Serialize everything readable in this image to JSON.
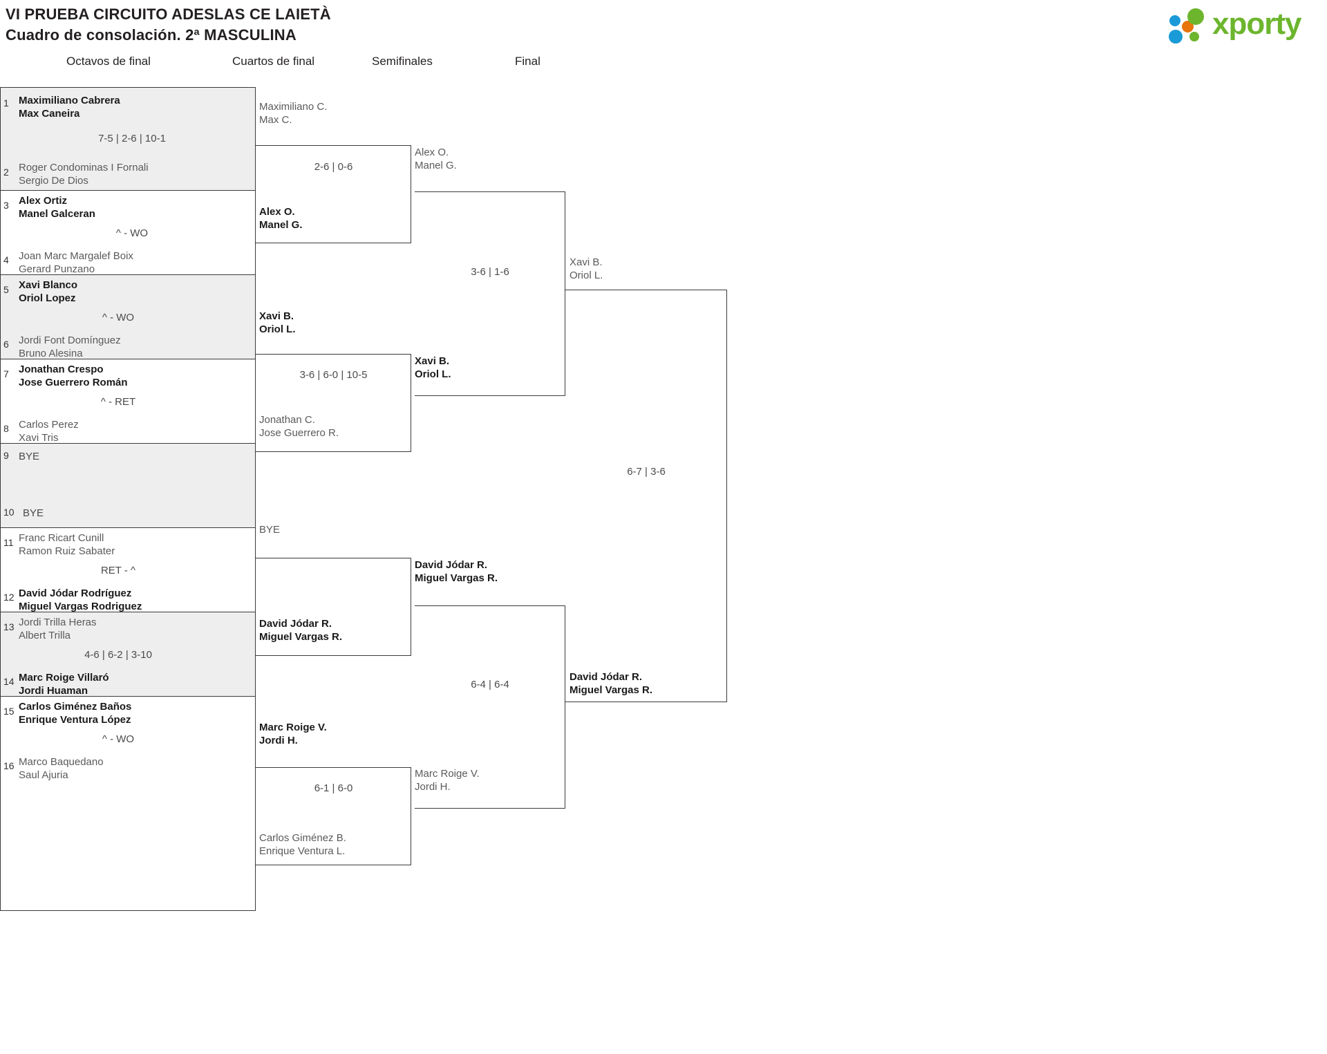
{
  "header": {
    "title_line1": "VI PRUEBA CIRCUITO ADESLAS CE LAIETÀ",
    "title_line2": "Cuadro de consolación. 2ª MASCULINA",
    "logo_text": "xporty",
    "logo_colors": {
      "green": "#6cb52d",
      "blue": "#1a9bd7",
      "orange": "#e8740c"
    }
  },
  "rounds": [
    {
      "id": "r16",
      "label": "Octavos de final"
    },
    {
      "id": "qf",
      "label": "Cuartos de final"
    },
    {
      "id": "sf",
      "label": "Semifinales"
    },
    {
      "id": "f",
      "label": "Final"
    }
  ],
  "r16": {
    "entries": [
      {
        "seed": "1",
        "p1": "Maximiliano Cabrera",
        "p2": "Max Caneira",
        "result": "win"
      },
      {
        "seed": "2",
        "p1": "Roger Condominas I Fornali",
        "p2": "Sergio De Dios",
        "result": "lose"
      },
      {
        "seed": "3",
        "p1": "Alex Ortiz",
        "p2": "Manel Galceran",
        "result": "win"
      },
      {
        "seed": "4",
        "p1": "Joan Marc Margalef Boix",
        "p2": "Gerard Punzano",
        "result": "lose"
      },
      {
        "seed": "5",
        "p1": "Xavi Blanco",
        "p2": "Oriol Lopez",
        "result": "win"
      },
      {
        "seed": "6",
        "p1": "Jordi Font Domínguez",
        "p2": "Bruno Alesina",
        "result": "lose"
      },
      {
        "seed": "7",
        "p1": "Jonathan Crespo",
        "p2": "Jose Guerrero Román",
        "result": "win"
      },
      {
        "seed": "8",
        "p1": "Carlos Perez",
        "p2": "Xavi Tris",
        "result": "lose"
      },
      {
        "seed": "9",
        "p1": "BYE",
        "p2": "",
        "result": "bye"
      },
      {
        "seed": "10",
        "p1": "BYE",
        "p2": "",
        "result": "bye"
      },
      {
        "seed": "11",
        "p1": "Franc Ricart Cunill",
        "p2": "Ramon Ruiz Sabater",
        "result": "lose"
      },
      {
        "seed": "12",
        "p1": "David Jódar Rodríguez",
        "p2": "Miguel Vargas Rodriguez",
        "result": "win"
      },
      {
        "seed": "13",
        "p1": "Jordi Trilla Heras",
        "p2": "Albert Trilla",
        "result": "lose"
      },
      {
        "seed": "14",
        "p1": "Marc Roige Villaró",
        "p2": "Jordi Huaman",
        "result": "win"
      },
      {
        "seed": "15",
        "p1": "Carlos Giménez Baños",
        "p2": "Enrique Ventura López",
        "result": "win"
      },
      {
        "seed": "16",
        "p1": "Marco Baquedano",
        "p2": "Saul Ajuria",
        "result": "lose"
      }
    ],
    "scores": [
      "7-5 | 2-6 | 10-1",
      "^ - WO",
      "^ - WO",
      "^ - RET",
      "",
      "RET - ^",
      "4-6 | 6-2 | 3-10",
      "^ - WO"
    ]
  },
  "qf": {
    "entries": [
      {
        "p1": "Maximiliano C.",
        "p2": "Max C.",
        "result": "lose"
      },
      {
        "p1": "Alex O.",
        "p2": "Manel G.",
        "result": "win"
      },
      {
        "p1": "Xavi B.",
        "p2": "Oriol L.",
        "result": "win"
      },
      {
        "p1": "Jonathan C.",
        "p2": "Jose Guerrero R.",
        "result": "lose"
      },
      {
        "p1": "BYE",
        "p2": "",
        "result": "bye"
      },
      {
        "p1": "David Jódar R.",
        "p2": "Miguel Vargas R.",
        "result": "win"
      },
      {
        "p1": "Marc Roige V.",
        "p2": "Jordi H.",
        "result": "win"
      },
      {
        "p1": "Carlos Giménez B.",
        "p2": "Enrique Ventura L.",
        "result": "lose"
      }
    ],
    "scores": [
      "2-6 | 0-6",
      "3-6 | 6-0 | 10-5",
      "",
      "6-1 | 6-0"
    ]
  },
  "sf": {
    "entries": [
      {
        "p1": "Alex O.",
        "p2": "Manel G.",
        "result": "lose"
      },
      {
        "p1": "Xavi B.",
        "p2": "Oriol L.",
        "result": "win"
      },
      {
        "p1": "David Jódar R.",
        "p2": "Miguel Vargas R.",
        "result": "win"
      },
      {
        "p1": "Marc Roige V.",
        "p2": "Jordi H.",
        "result": "lose"
      }
    ],
    "scores": [
      "3-6 | 1-6",
      "6-4 | 6-4"
    ]
  },
  "final": {
    "entries": [
      {
        "p1": "Xavi B.",
        "p2": "Oriol L.",
        "result": "lose"
      },
      {
        "p1": "David Jódar R.",
        "p2": "Miguel Vargas R.",
        "result": "win"
      }
    ],
    "scores": [
      "6-7 | 3-6"
    ]
  }
}
